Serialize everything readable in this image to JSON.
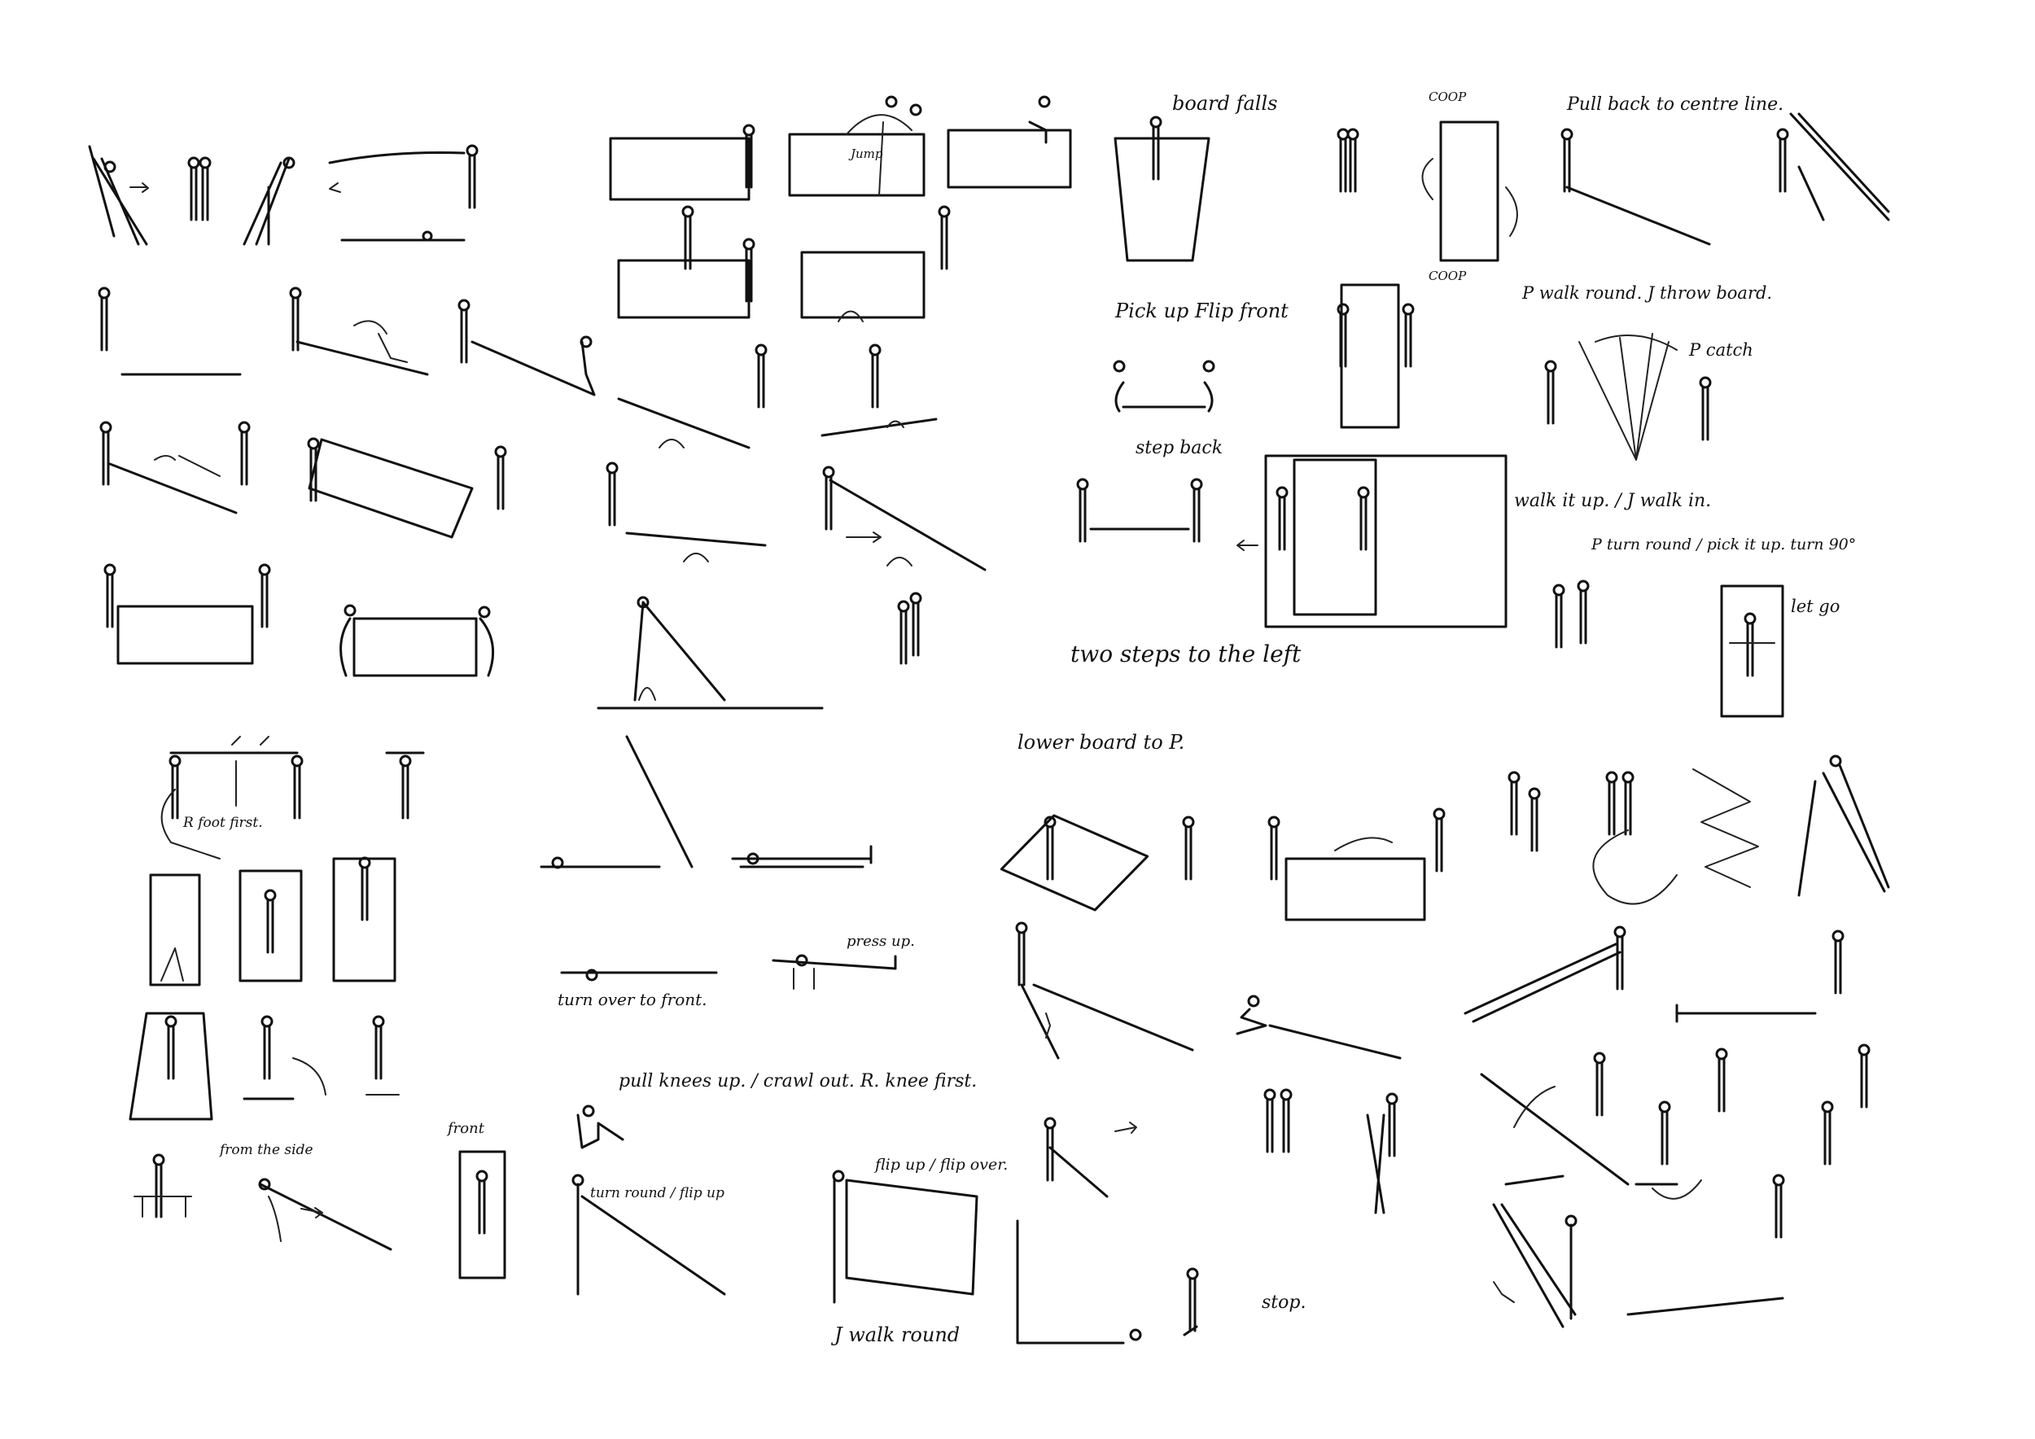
{
  "notes": {
    "jump": "Jump",
    "board_falls": "board falls",
    "coop_top": "COOP",
    "coop_bottom": "COOP",
    "pull_back": "Pull back to centre line.",
    "pick_up_flip": "Pick up Flip front",
    "p_walk_round": "P walk round. J throw board.",
    "p_catch": "P catch",
    "step_back": "step back",
    "walk_it_up": "walk it up. / J walk in.",
    "p_turn_round": "P turn round / pick it up. turn 90°",
    "let_go": "let go",
    "two_steps": "two steps to the left",
    "r_foot_first": "R foot first.",
    "lower_board": "lower board to P.",
    "press_up": "press up.",
    "turn_over": "turn over to front.",
    "pull_knees": "pull knees up. / crawl out. R. knee first.",
    "turn_round_flip": "turn round / flip up",
    "flip_up_over": "flip up / flip over.",
    "j_walk_round": "J walk round",
    "from_side": "from the side",
    "front": "front",
    "stop": "stop."
  }
}
